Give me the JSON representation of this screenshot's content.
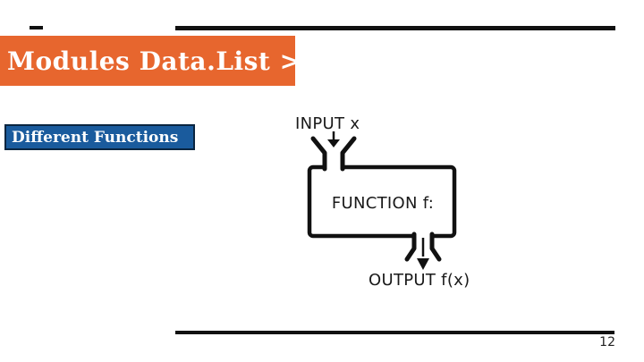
{
  "slide": {
    "title": "Modules Data.List >",
    "section_label": "Different Functions",
    "page_number": "12"
  },
  "diagram": {
    "type": "flow",
    "description": "function machine: input funnels into a function box, output flows out below",
    "input_label": "INPUT x",
    "function_label": "FUNCTION f:",
    "output_label": "OUTPUT f(x)",
    "flow": [
      "INPUT x",
      "FUNCTION f:",
      "OUTPUT f(x)"
    ]
  },
  "colors": {
    "banner_orange": "#e7662e",
    "label_blue": "#1a5b9d",
    "label_border_navy": "#0a2540",
    "line_black": "#111111",
    "title_text": "#ffffff",
    "diagram_text": "#1a1a1a"
  }
}
